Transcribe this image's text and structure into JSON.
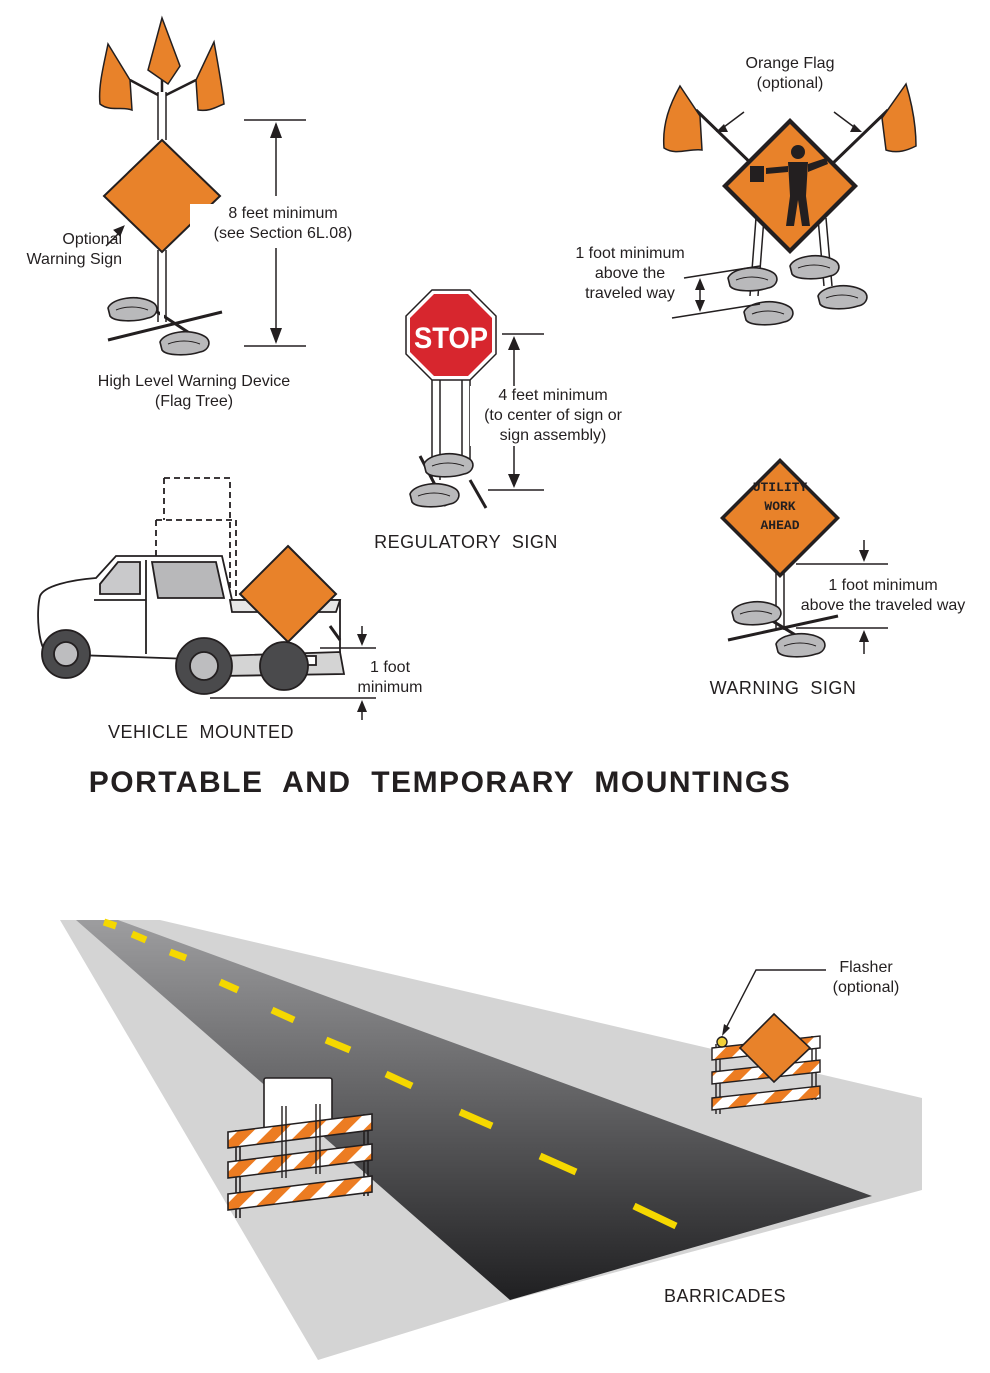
{
  "title": "PORTABLE  AND  TEMPORARY  MOUNTINGS",
  "colors": {
    "sign_orange": "#e8822a",
    "stop_red": "#d7262e",
    "asphalt": "#3d3d3f",
    "shoulder": "#d4d4d4",
    "lane_line": "#f5d800",
    "outline": "#231f20"
  },
  "flag_tree": {
    "caption": [
      "High Level Warning Device",
      "(Flag Tree)"
    ],
    "height_label": [
      "8 feet minimum",
      "(see Section 6L.08)"
    ],
    "optional_sign_label": [
      "Optional",
      "Warning Sign"
    ]
  },
  "flagger_sign": {
    "flag_label": [
      "Orange Flag",
      "(optional)"
    ],
    "clearance_label": [
      "1 foot minimum",
      "above the",
      "traveled way"
    ]
  },
  "regulatory_sign": {
    "sign_text": "STOP",
    "height_label": [
      "4 feet minimum",
      "(to center of sign or",
      "sign assembly)"
    ],
    "caption": "REGULATORY  SIGN"
  },
  "vehicle": {
    "clearance_label": [
      "1 foot",
      "minimum"
    ],
    "caption": "VEHICLE  MOUNTED"
  },
  "warning_sign": {
    "sign_text": [
      "UTILITY",
      "WORK",
      "AHEAD"
    ],
    "clearance_label": [
      "1 foot minimum",
      "above the traveled way"
    ],
    "caption": "WARNING  SIGN"
  },
  "barricades": {
    "flasher_label": [
      "Flasher",
      "(optional)"
    ],
    "caption": "BARRICADES"
  }
}
